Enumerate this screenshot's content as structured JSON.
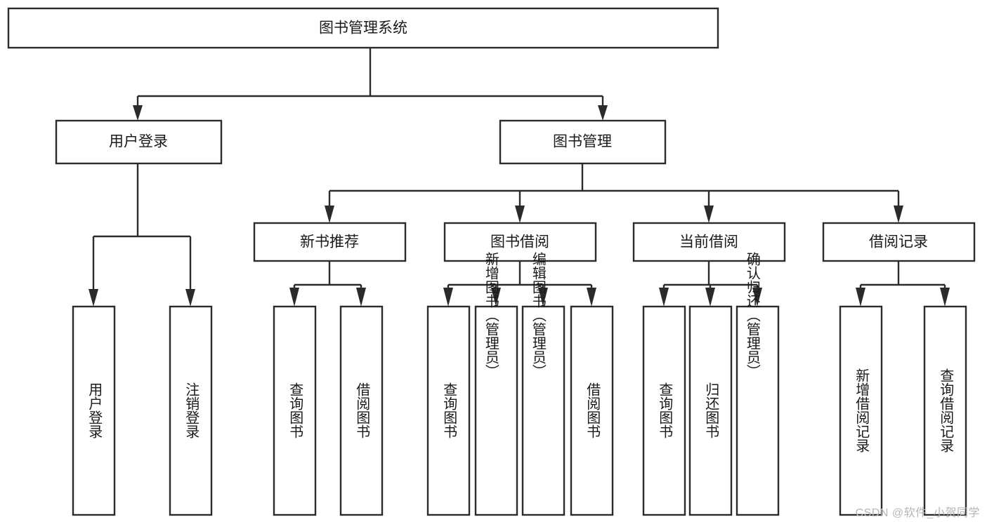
{
  "meta": {
    "title": "图书管理系统",
    "watermark": "CSDN @软件_小贺同学",
    "line_color": "#2b2b2b",
    "box_fill": "#ffffff",
    "text_color": "#1a1a1a",
    "background": "#ffffff"
  },
  "chart_data": {
    "type": "diagram",
    "subtype": "tree-hierarchy",
    "title": "图书管理系统",
    "orientation": "top-down",
    "levels": 3,
    "nodes": [
      {
        "id": "root",
        "label": "图书管理系统",
        "level": 0,
        "parent": null
      },
      {
        "id": "n1",
        "label": "用户登录",
        "level": 1,
        "parent": "root"
      },
      {
        "id": "n2",
        "label": "图书管理",
        "level": 1,
        "parent": "root"
      },
      {
        "id": "n1a",
        "label": "用户登录",
        "level": 2,
        "parent": "n1"
      },
      {
        "id": "n1b",
        "label": "注销登录",
        "level": 2,
        "parent": "n1"
      },
      {
        "id": "n2a",
        "label": "新书推荐",
        "level": 2,
        "parent": "n2"
      },
      {
        "id": "n2b",
        "label": "图书借阅",
        "level": 2,
        "parent": "n2"
      },
      {
        "id": "n2c",
        "label": "当前借阅",
        "level": 2,
        "parent": "n2"
      },
      {
        "id": "n2d",
        "label": "借阅记录",
        "level": 2,
        "parent": "n2"
      },
      {
        "id": "n2a1",
        "label": "查询图书",
        "level": 3,
        "parent": "n2a"
      },
      {
        "id": "n2a2",
        "label": "借阅图书",
        "level": 3,
        "parent": "n2a"
      },
      {
        "id": "n2b1",
        "label": "查询图书",
        "level": 3,
        "parent": "n2b"
      },
      {
        "id": "n2b2",
        "label": "新增图书（管理员）",
        "level": 3,
        "parent": "n2b"
      },
      {
        "id": "n2b3",
        "label": "编辑图书（管理员）",
        "level": 3,
        "parent": "n2b"
      },
      {
        "id": "n2b4",
        "label": "借阅图书",
        "level": 3,
        "parent": "n2b"
      },
      {
        "id": "n2c1",
        "label": "查询图书",
        "level": 3,
        "parent": "n2c"
      },
      {
        "id": "n2c2",
        "label": "归还图书",
        "level": 3,
        "parent": "n2c"
      },
      {
        "id": "n2c3",
        "label": "确认归还（管理员）",
        "level": 3,
        "parent": "n2c"
      },
      {
        "id": "n2d1",
        "label": "新增借阅记录",
        "level": 3,
        "parent": "n2d"
      },
      {
        "id": "n2d2",
        "label": "查询借阅记录",
        "level": 3,
        "parent": "n2d"
      }
    ]
  },
  "root_node": {
    "label": "图书管理系统"
  },
  "level1": [
    {
      "label": "用户登录"
    },
    {
      "label": "图书管理"
    }
  ],
  "level2": [
    {
      "label": "新书推荐"
    },
    {
      "label": "图书借阅"
    },
    {
      "label": "当前借阅"
    },
    {
      "label": "借阅记录"
    }
  ],
  "leaves": {
    "user_login": [
      {
        "label": "用户登录"
      },
      {
        "label": "注销登录"
      }
    ],
    "new_book": [
      {
        "label": "查询图书"
      },
      {
        "label": "借阅图书"
      }
    ],
    "book_borrow": [
      {
        "label": "查询图书"
      },
      {
        "label": "新增图书（管理员）"
      },
      {
        "label": "编辑图书（管理员）"
      },
      {
        "label": "借阅图书"
      }
    ],
    "current_borrow": [
      {
        "label": "查询图书"
      },
      {
        "label": "归还图书"
      },
      {
        "label": "确认归还（管理员）"
      }
    ],
    "borrow_record": [
      {
        "label": "新增借阅记录"
      },
      {
        "label": "查询借阅记录"
      }
    ]
  }
}
